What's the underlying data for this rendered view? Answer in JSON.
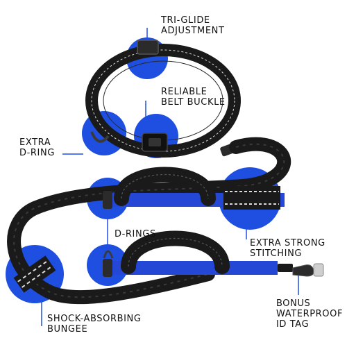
{
  "colors": {
    "accent": "#1f4fe0",
    "strap": "#1a1a1a",
    "blue_webbing": "#2447d6",
    "reflective": "#dcdcdc",
    "metal": "#3a3a3a"
  },
  "labels": {
    "tri_glide": [
      "TRI-GLIDE",
      "ADJUSTMENT"
    ],
    "belt_buckle": [
      "RELIABLE",
      "BELT BUCKLE"
    ],
    "extra_d_ring": [
      "EXTRA",
      "D-RING"
    ],
    "d_rings": [
      "D-RINGS"
    ],
    "stitching": [
      "EXTRA STRONG",
      "STITCHING"
    ],
    "bungee": [
      "SHOCK-ABSORBING",
      "BUNGEE"
    ],
    "id_tag": [
      "BONUS",
      "WATERPROOF",
      "ID TAG"
    ]
  }
}
